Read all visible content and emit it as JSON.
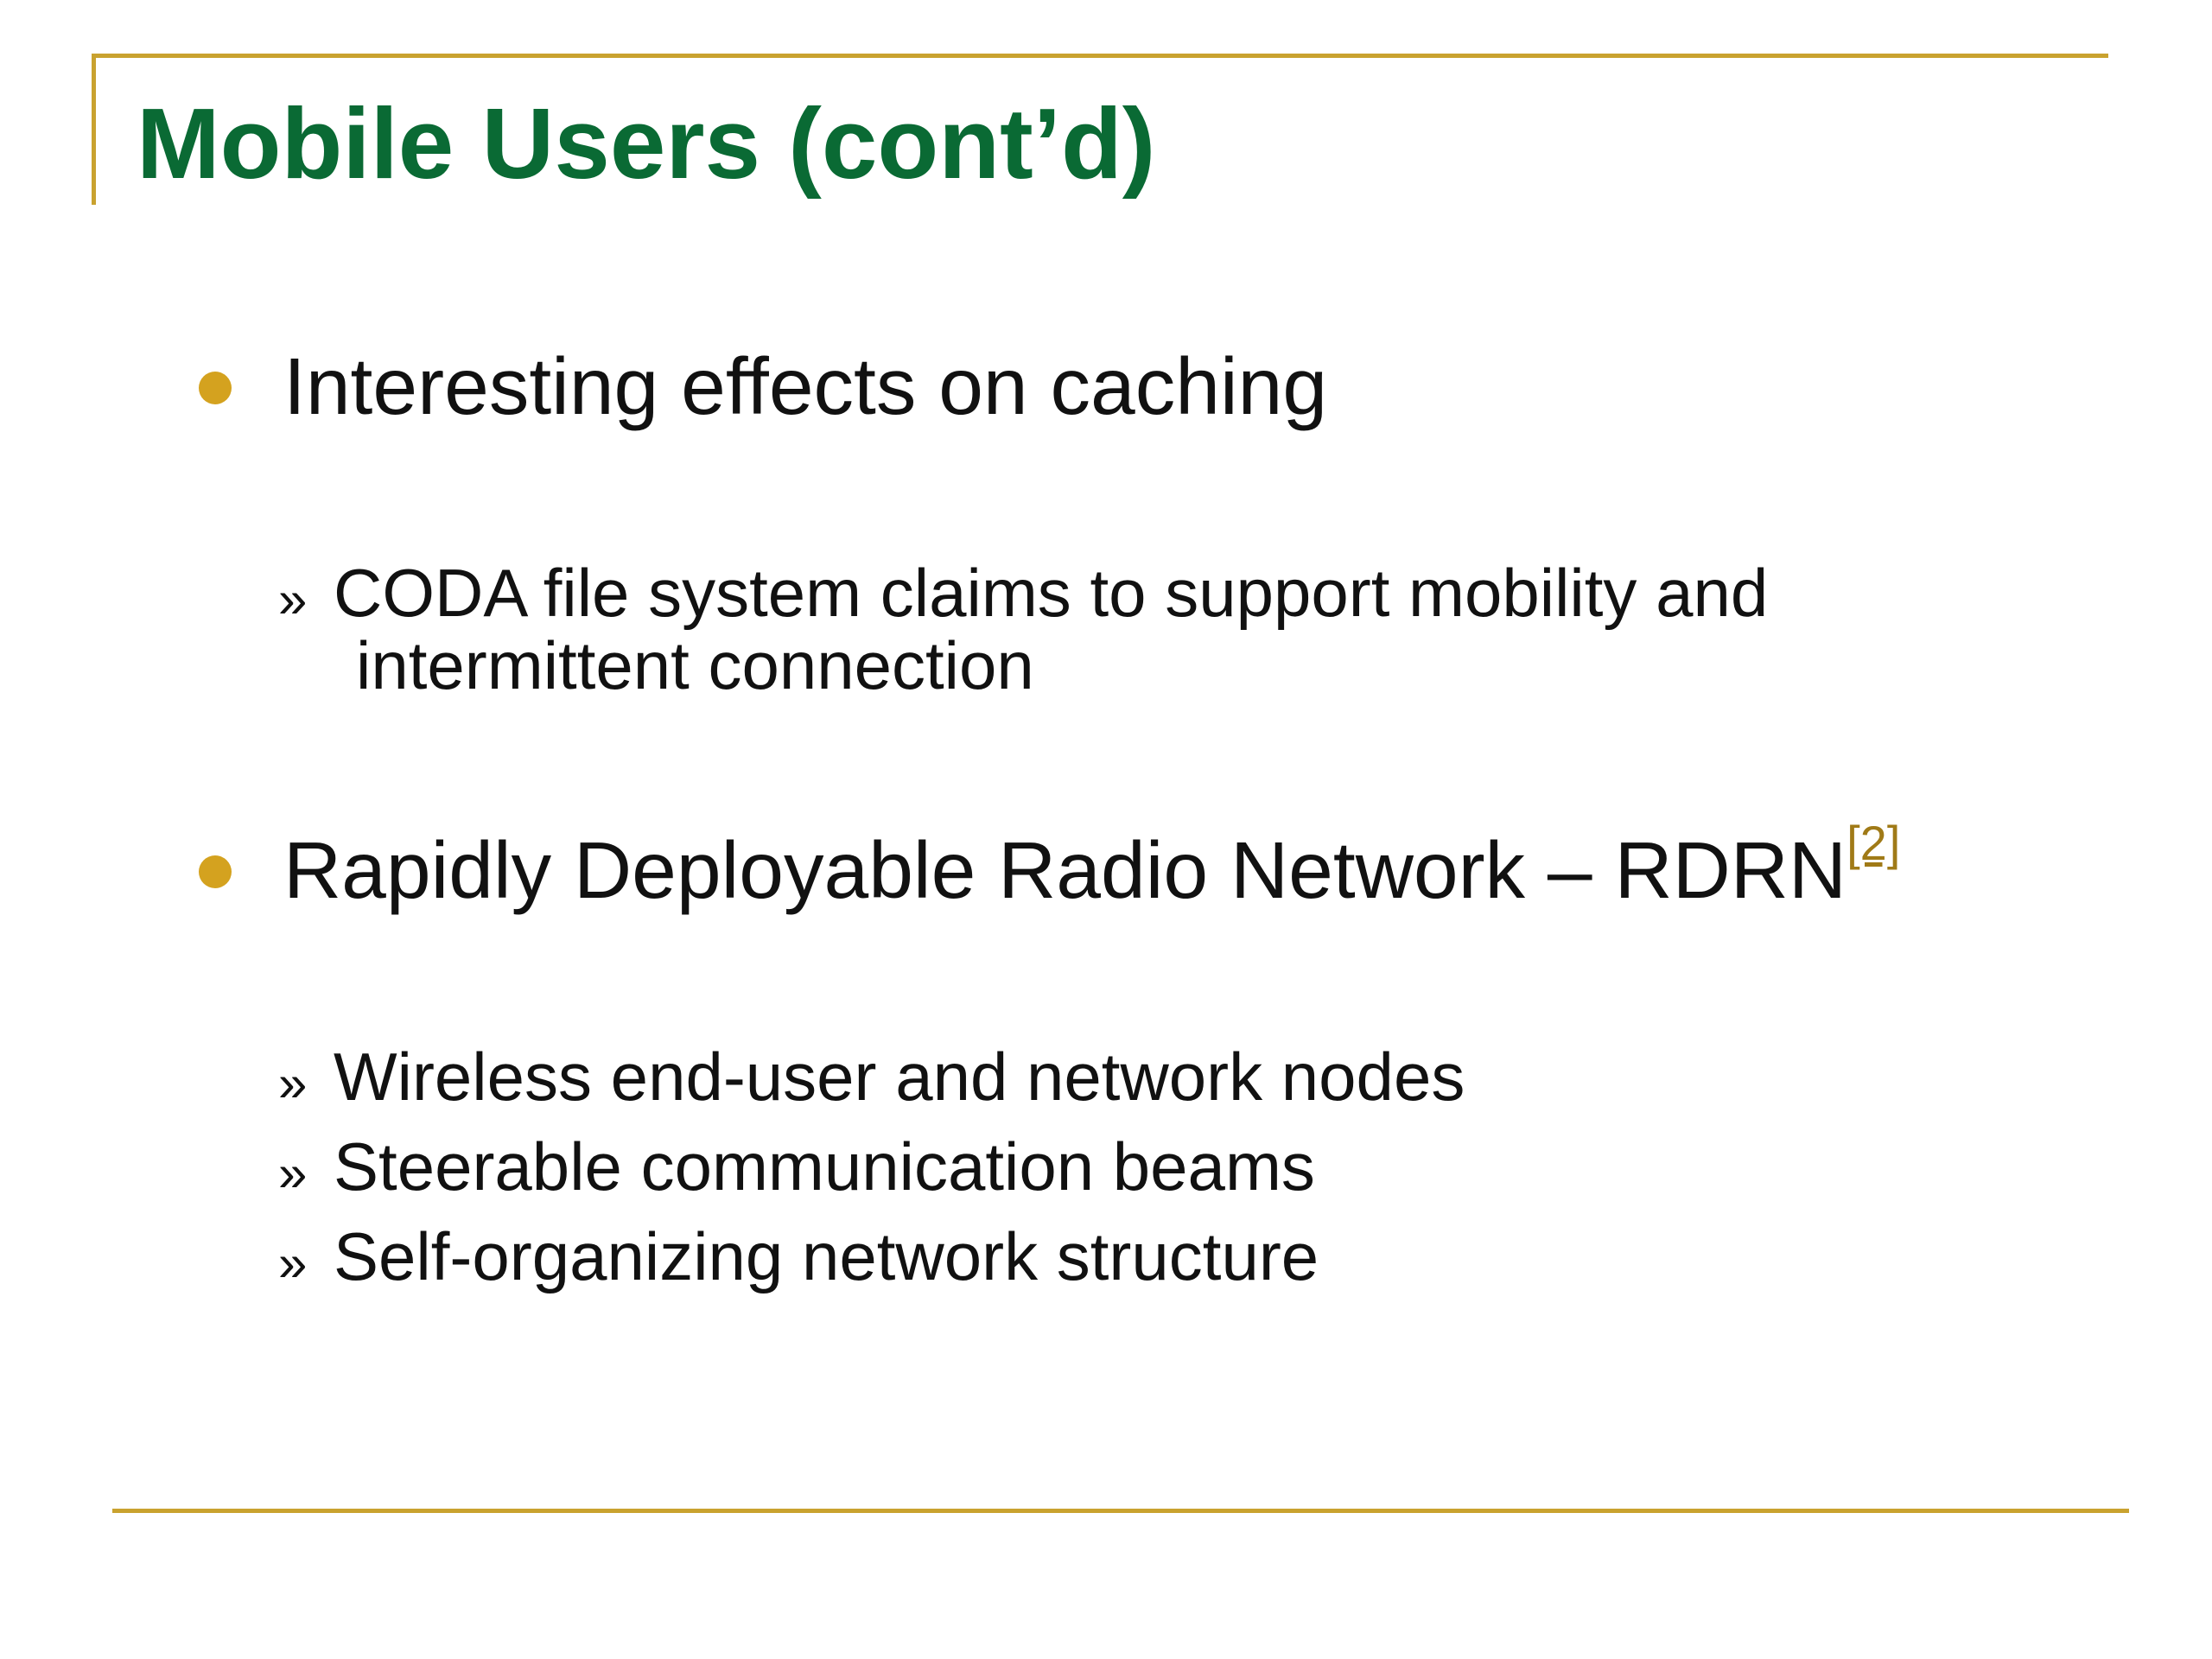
{
  "slide": {
    "title": "Mobile Users (cont’d)",
    "bullets": [
      {
        "text": "Interesting effects on caching",
        "subitems": [
          {
            "line1": "CODA file system claims to support mobility and",
            "line2": "intermittent connection"
          }
        ]
      },
      {
        "text": "Rapidly Deployable Radio Network – RDRN",
        "reference": "[2]",
        "subitems": [
          {
            "line1": "Wireless end-user and network nodes"
          },
          {
            "line1": "Steerable communication beams"
          },
          {
            "line1": "Self-organizing network structure"
          }
        ]
      }
    ],
    "sub_marker": "»"
  },
  "colors": {
    "title": "#0a6a34",
    "rule": "#c9a22f",
    "bullet_dot": "#d4a21f",
    "reference_link": "#a07a17",
    "text": "#111111"
  },
  "icons": {
    "bullet": "filled-circle",
    "sub_bullet": "double-chevron-right"
  }
}
